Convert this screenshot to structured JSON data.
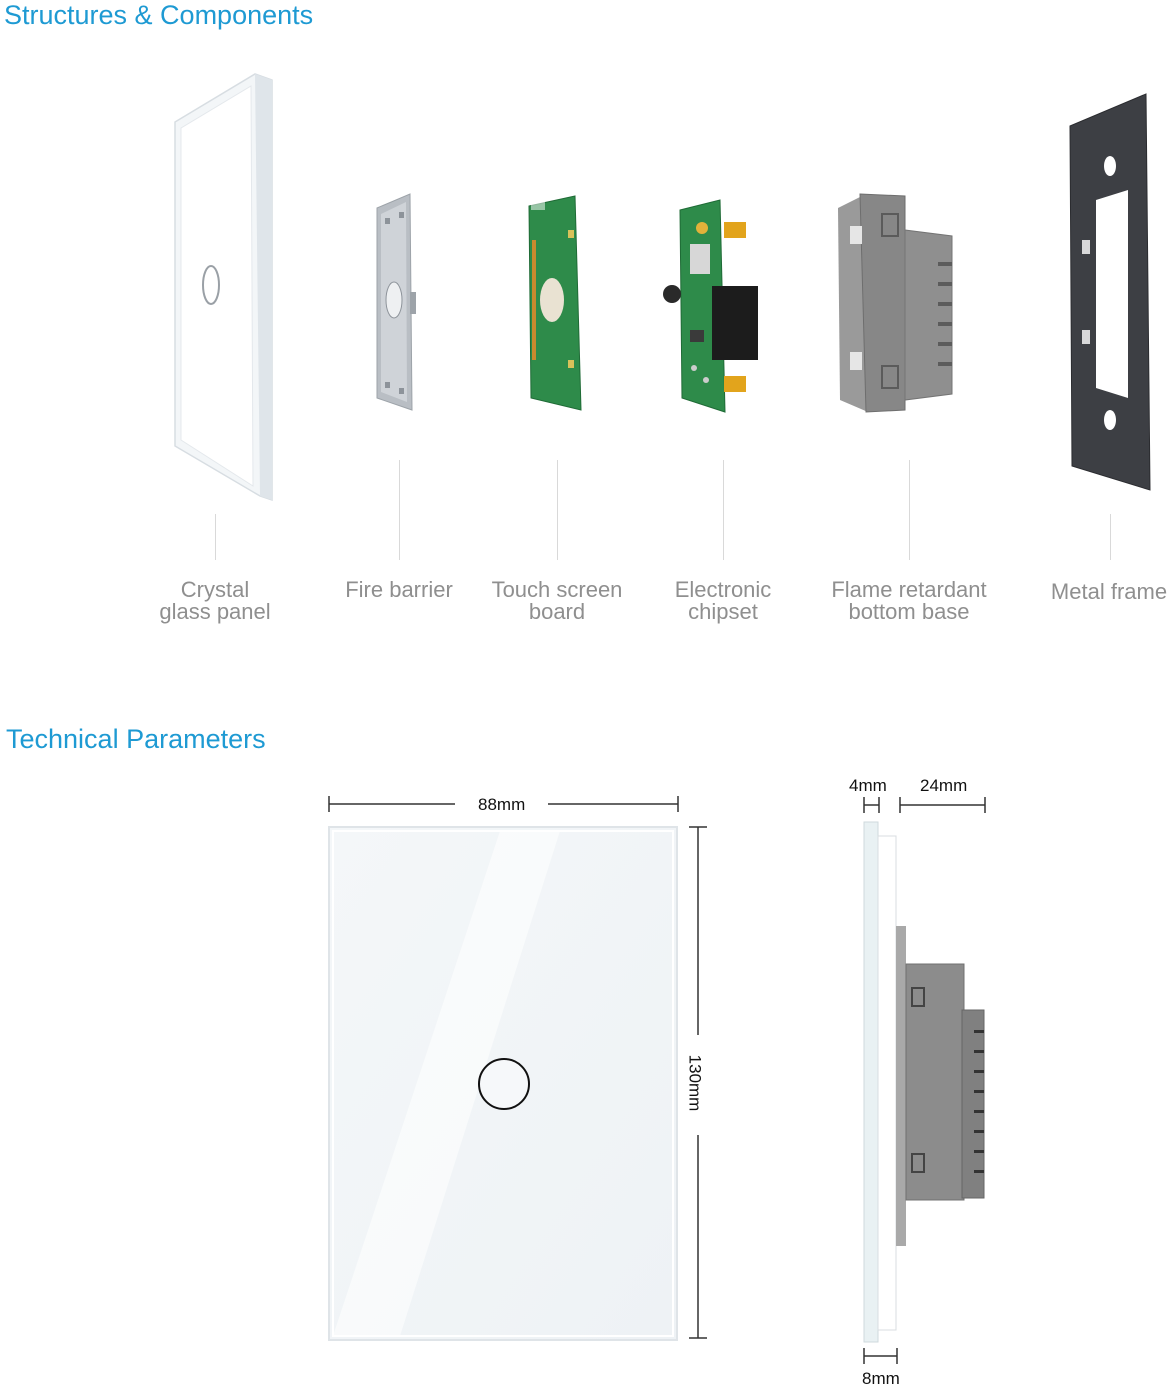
{
  "sections": {
    "structures_title": "Structures & Components",
    "technical_title": "Technical Parameters"
  },
  "components": [
    {
      "line1": "Crystal",
      "line2": "glass panel"
    },
    {
      "line1": "Fire barrier",
      "line2": ""
    },
    {
      "line1": "Touch screen",
      "line2": "board"
    },
    {
      "line1": "Electronic",
      "line2": "chipset"
    },
    {
      "line1": "Flame retardant",
      "line2": "bottom base"
    },
    {
      "line1": "Metal frame",
      "line2": ""
    }
  ],
  "dimensions": {
    "width": "88mm",
    "height": "130mm",
    "glass_thickness": "4mm",
    "depth": "24mm",
    "base_thickness": "8mm"
  },
  "colors": {
    "accent": "#1e9ad3",
    "label": "#8f8f8f",
    "pcb_green": "#2e8b4a",
    "base_gray": "#8a8a8a",
    "frame_dark": "#3d3f44"
  }
}
